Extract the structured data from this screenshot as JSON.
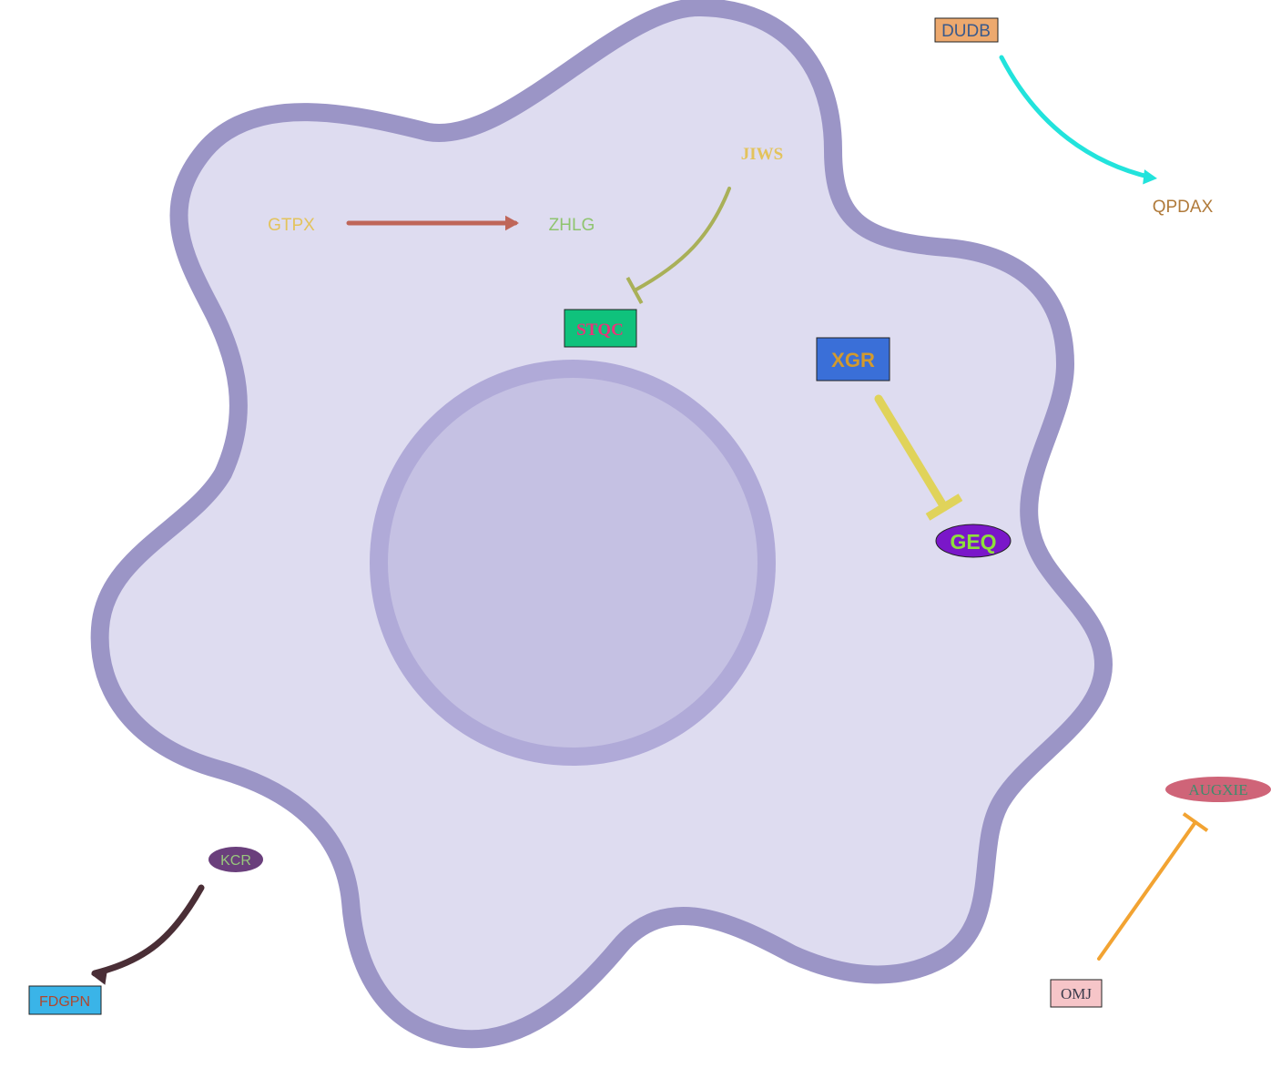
{
  "nodes": {
    "gtpx": {
      "label": "GTPX",
      "text_color": "#e3c35c"
    },
    "zhlg": {
      "label": "ZHLG",
      "text_color": "#8fc46f"
    },
    "jiws": {
      "label": "JIWS",
      "text_color": "#e3c35c"
    },
    "stqc": {
      "label": "STQC",
      "text_color": "#e8347a",
      "fill": "#0fc27c"
    },
    "xgr": {
      "label": "XGR",
      "text_color": "#d29a2e",
      "fill": "#3a6fd8"
    },
    "geq": {
      "label": "GEQ",
      "text_color": "#8ee03a",
      "fill": "#7a17c9"
    },
    "dudb": {
      "label": "DUDB",
      "text_color": "#3a5a8c",
      "fill": "#eda96e"
    },
    "qpdax": {
      "label": "QPDAX",
      "text_color": "#b07a3a"
    },
    "augxie": {
      "label": "AUGXIE",
      "text_color": "#3e8c6c",
      "fill": "#cf6478"
    },
    "omj": {
      "label": "OMJ",
      "text_color": "#3a3a4a",
      "fill": "#f6c5c8"
    },
    "kcr": {
      "label": "KCR",
      "text_color": "#98c77c",
      "fill": "#6a3f7c"
    },
    "fdgpn": {
      "label": "FDGPN",
      "text_color": "#b0472e",
      "fill": "#3ab4e8"
    }
  },
  "edges": [
    {
      "from": "GTPX",
      "to": "ZHLG",
      "type": "activation",
      "color": "#bf6659"
    },
    {
      "from": "JIWS",
      "to": "STQC",
      "type": "inhibition",
      "color": "#a9b058"
    },
    {
      "from": "XGR",
      "to": "GEQ",
      "type": "inhibition",
      "color": "#e0d35a"
    },
    {
      "from": "DUDB",
      "to": "QPDAX",
      "type": "activation",
      "color": "#22e3dc"
    },
    {
      "from": "OMJ",
      "to": "AUGXIE",
      "type": "inhibition",
      "color": "#f2a332"
    },
    {
      "from": "KCR",
      "to": "FDGPN",
      "type": "activation",
      "color": "#4a2e36"
    }
  ],
  "colors": {
    "cell_fill": "#dedcf0",
    "cell_membrane": "#9b95c6",
    "nucleus_fill": "#c5c1e3",
    "nucleus_border": "#b0aad8"
  }
}
